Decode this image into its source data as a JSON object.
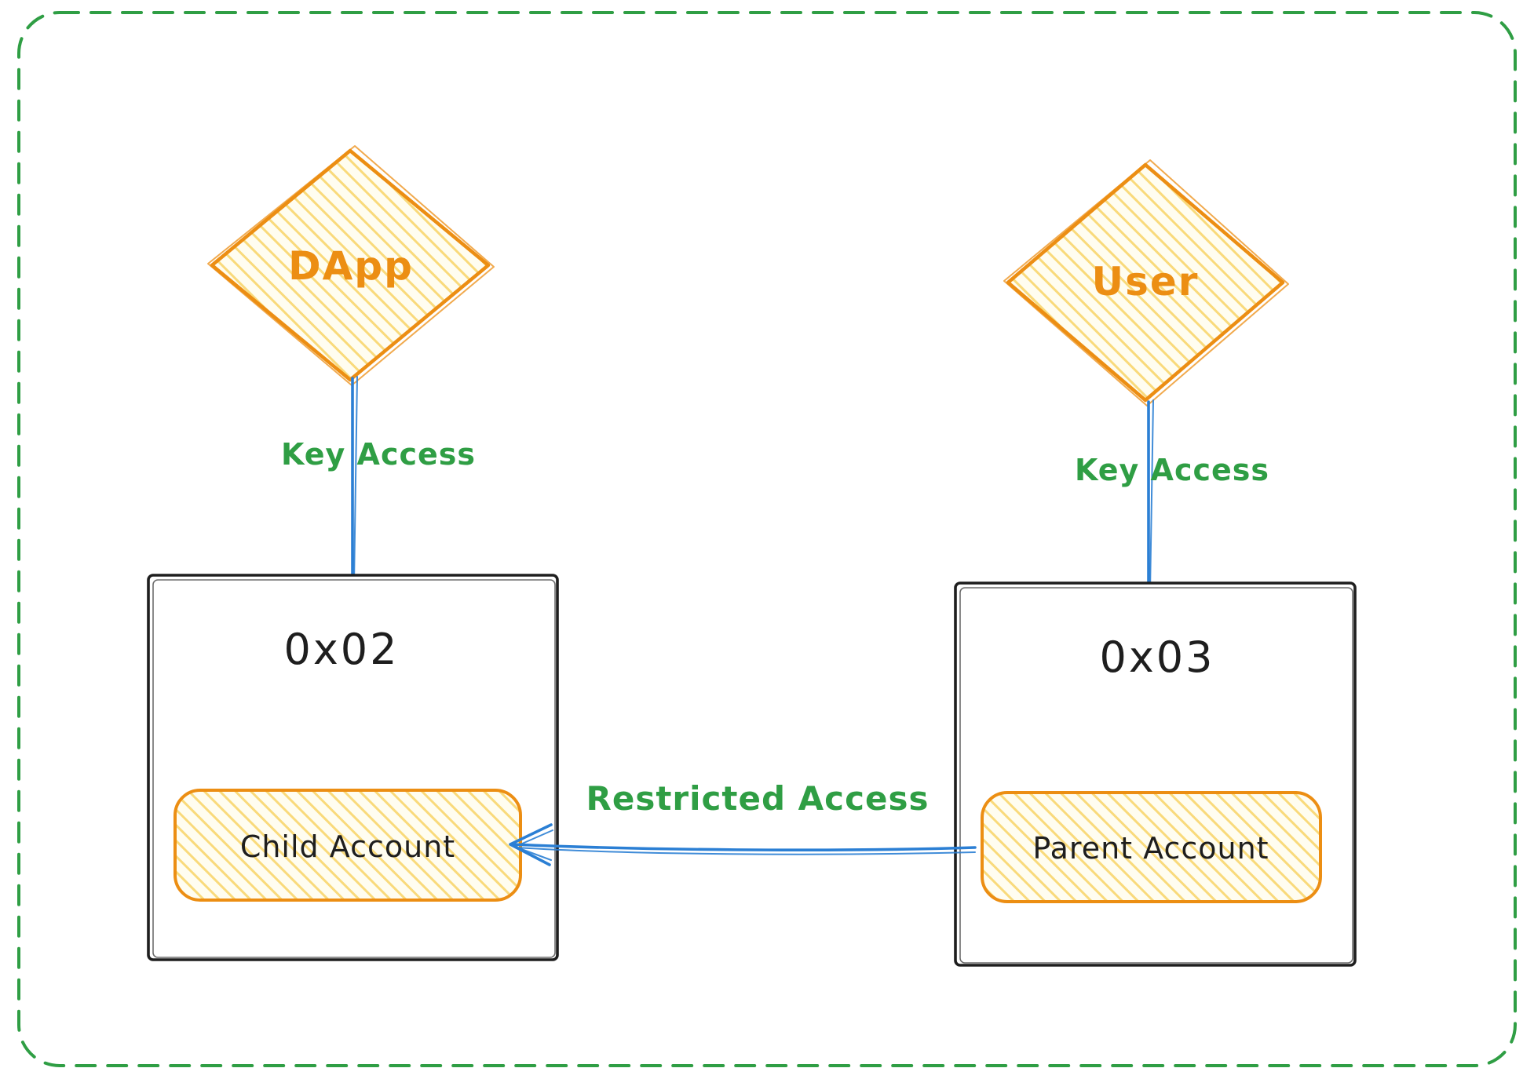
{
  "diagram": {
    "actors": {
      "dapp": {
        "label": "DApp"
      },
      "user": {
        "label": "User"
      }
    },
    "accounts": {
      "child": {
        "address": "0x02",
        "label": "Child Account"
      },
      "parent": {
        "address": "0x03",
        "label": "Parent Account"
      }
    },
    "edges": {
      "dapp_key_access": {
        "label": "Key Access"
      },
      "user_key_access": {
        "label": "Key Access"
      },
      "restricted_access": {
        "label": "Restricted Access"
      }
    },
    "colors": {
      "border_green": "#2f9e44",
      "label_green": "#2f9e44",
      "orange": "#ec8e13",
      "hatch": "#f9da7b",
      "cream": "#fffdf0",
      "black": "#1e1e1e",
      "blue": "#2b7fd4",
      "background": "#ffffff"
    }
  }
}
